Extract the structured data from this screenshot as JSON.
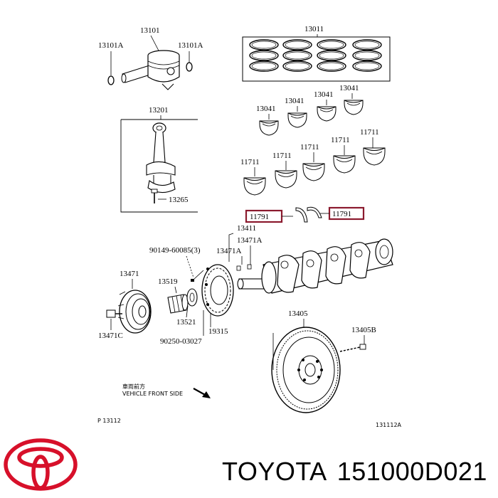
{
  "parts": {
    "p13101": "13101",
    "p13101A_left": "13101A",
    "p13101A_right": "13101A",
    "p13011": "13011",
    "p13201": "13201",
    "p13265": "13265",
    "p13041_a": "13041",
    "p13041_b": "13041",
    "p13041_c": "13041",
    "p13041_d": "13041",
    "p11711_a": "11711",
    "p11711_b": "11711",
    "p11711_c": "11711",
    "p11711_d": "11711",
    "p11711_e": "11711",
    "p11791_left": "11791",
    "p11791_right": "11791",
    "p13411": "13411",
    "p13471A_a": "13471A",
    "p13471A_b": "13471A",
    "p90149": "90149-60085(3)",
    "p13471": "13471",
    "p13519": "13519",
    "p13521": "13521",
    "p19315": "19315",
    "p90250": "90250-03027",
    "p13471C": "13471C",
    "p13405": "13405",
    "p13405B": "13405B"
  },
  "notes": {
    "front_jp": "車両前方",
    "front_en": "VEHICLE FRONT SIDE",
    "page_ref": "P 13112",
    "fig_ref": "131112A"
  },
  "footer": {
    "brand": "TOYOTA",
    "part_number": "151000D021"
  },
  "colors": {
    "highlight_box": "#8b1a2e",
    "logo_red": "#d7102a"
  }
}
